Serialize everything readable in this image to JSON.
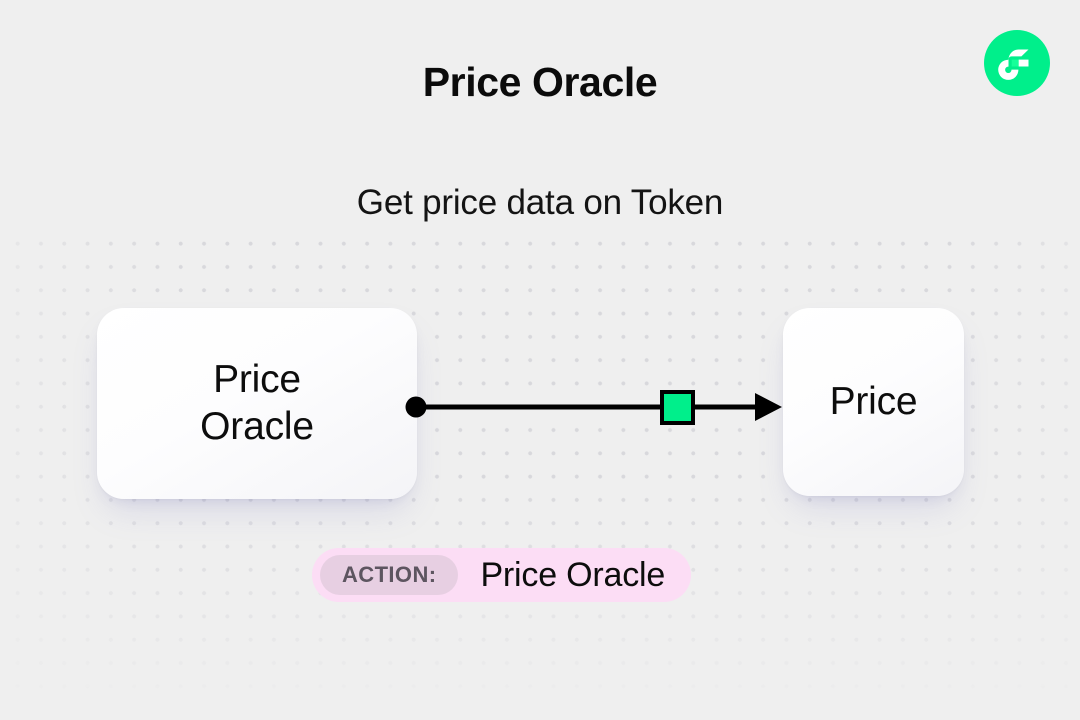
{
  "header": {
    "title": "Price Oracle",
    "subtitle": "Get price data on Token",
    "logo_icon": "flow-logo-icon"
  },
  "diagram": {
    "source_node": {
      "label": "Price\nOracle",
      "handle_icon": "source-handle-dot-icon"
    },
    "target_node": {
      "label": "Price"
    },
    "edge": {
      "marker_icon": "edge-green-square-icon",
      "arrow_icon": "arrowhead-icon"
    }
  },
  "action_badge": {
    "prefix_label": "ACTION:",
    "value": "Price Oracle"
  },
  "colors": {
    "brand_green": "#00ef8b",
    "page_background": "#efefef",
    "node_surface": "#fdfdfe",
    "badge_background": "#fcddf5",
    "badge_pill_background": "#e7cfe2",
    "badge_pill_text": "#5d5560",
    "edge_stroke": "#000000",
    "dot_grid": "#d8d8dc"
  }
}
